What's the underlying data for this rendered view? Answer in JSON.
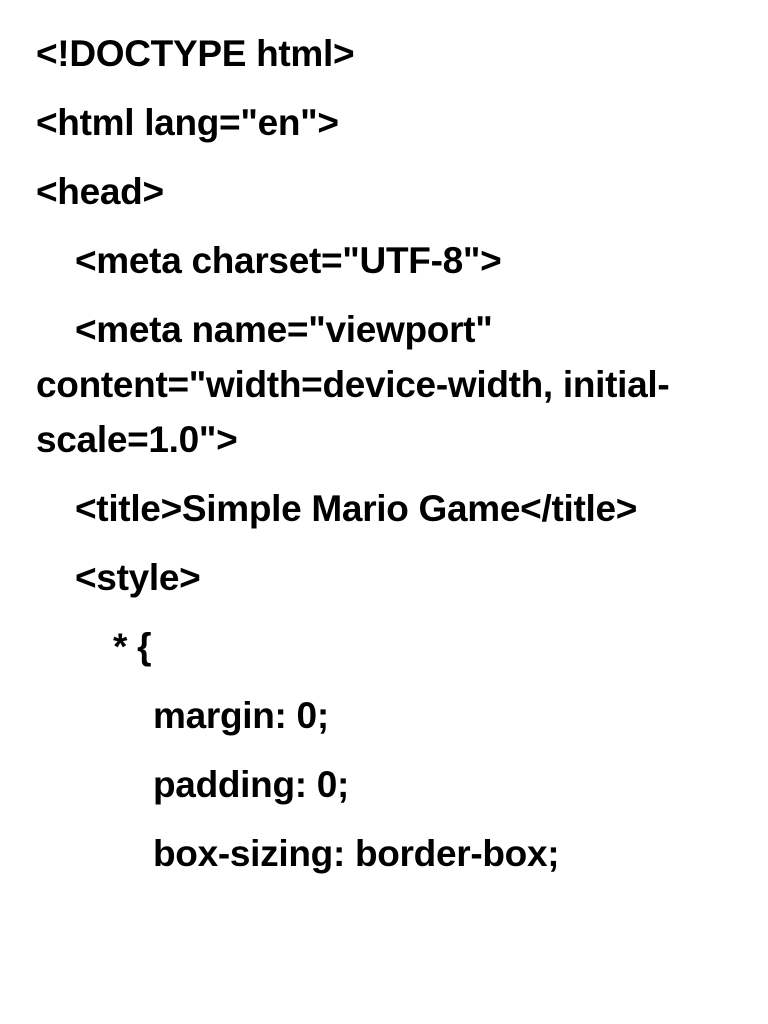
{
  "document": {
    "kind": "source-code-listing",
    "language": "html",
    "background_color": "#ffffff",
    "text_color": "#000000",
    "lines": [
      {
        "id": "doctype",
        "indent": 0,
        "text": "<!DOCTYPE html>"
      },
      {
        "id": "html-open",
        "indent": 0,
        "text": "<html lang=\"en\">"
      },
      {
        "id": "head-open",
        "indent": 0,
        "text": "<head>"
      },
      {
        "id": "meta-charset",
        "indent": 1,
        "text": "<meta charset=\"UTF-8\">"
      },
      {
        "id": "meta-viewport",
        "indent": 1,
        "text": "<meta name=\"viewport\" content=\"width=device-width, initial-scale=1.0\">"
      },
      {
        "id": "title",
        "indent": 1,
        "text": "<title>Simple Mario Game</title>"
      },
      {
        "id": "style-open",
        "indent": 1,
        "text": "<style>"
      },
      {
        "id": "universal-selector",
        "indent": 2,
        "text": "* {"
      },
      {
        "id": "margin-decl",
        "indent": 3,
        "text": "margin: 0;"
      },
      {
        "id": "padding-decl",
        "indent": 3,
        "text": "padding: 0;"
      },
      {
        "id": "boxsizing-decl",
        "indent": 3,
        "text": "box-sizing: border-box;"
      }
    ],
    "page_title_value": "Simple Mario Game"
  }
}
